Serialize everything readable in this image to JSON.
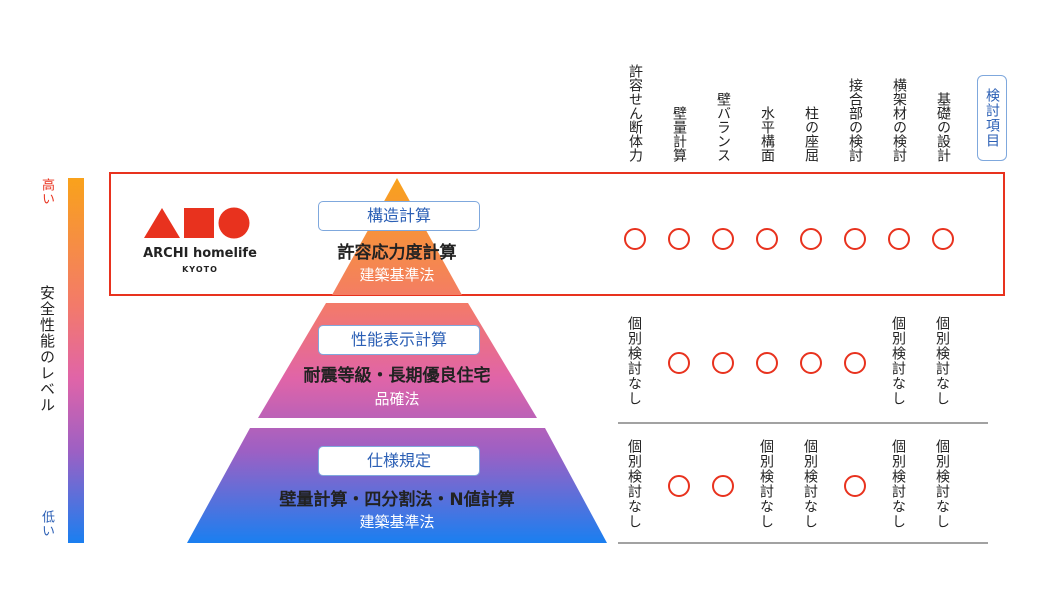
{
  "legend": {
    "high": "高い",
    "low": "低い",
    "label": "安全性能のレベル"
  },
  "logo": {
    "name": "ARCHI homelife",
    "city": "KYOTO",
    "color": "#e8321e"
  },
  "colors": {
    "highlight": "#e8321e",
    "circle": "#e8321e",
    "pill_text": "#2b5fb5",
    "grad_top": "#f9a21b",
    "grad_mid": "#e8609a",
    "grad_low": "#9b5fc0",
    "grad_bottom": "#1a7ff0"
  },
  "headers": [
    "許容せん断体力",
    "壁量計算",
    "壁バランス",
    "水平構面",
    "柱の座屈",
    "接合部の検討",
    "横架材の検討",
    "基礎の設計"
  ],
  "header_label": "検討項目",
  "levels": [
    {
      "pill": "構造計算",
      "title": "許容応力度計算",
      "law": "建築基準法",
      "cells": [
        "o",
        "o",
        "o",
        "o",
        "o",
        "o",
        "o",
        "o"
      ]
    },
    {
      "pill": "性能表示計算",
      "title": "耐震等級・長期優良住宅",
      "law": "品確法",
      "cells": [
        "個別検討なし",
        "o",
        "o",
        "o",
        "o",
        "o",
        "個別検討なし",
        "個別検討なし"
      ]
    },
    {
      "pill": "仕様規定",
      "title": "壁量計算・四分割法・N値計算",
      "law": "建築基準法",
      "cells": [
        "個別検討なし",
        "o",
        "o",
        "個別検討なし",
        "個別検討なし",
        "o",
        "個別検討なし",
        "個別検討なし"
      ]
    }
  ]
}
